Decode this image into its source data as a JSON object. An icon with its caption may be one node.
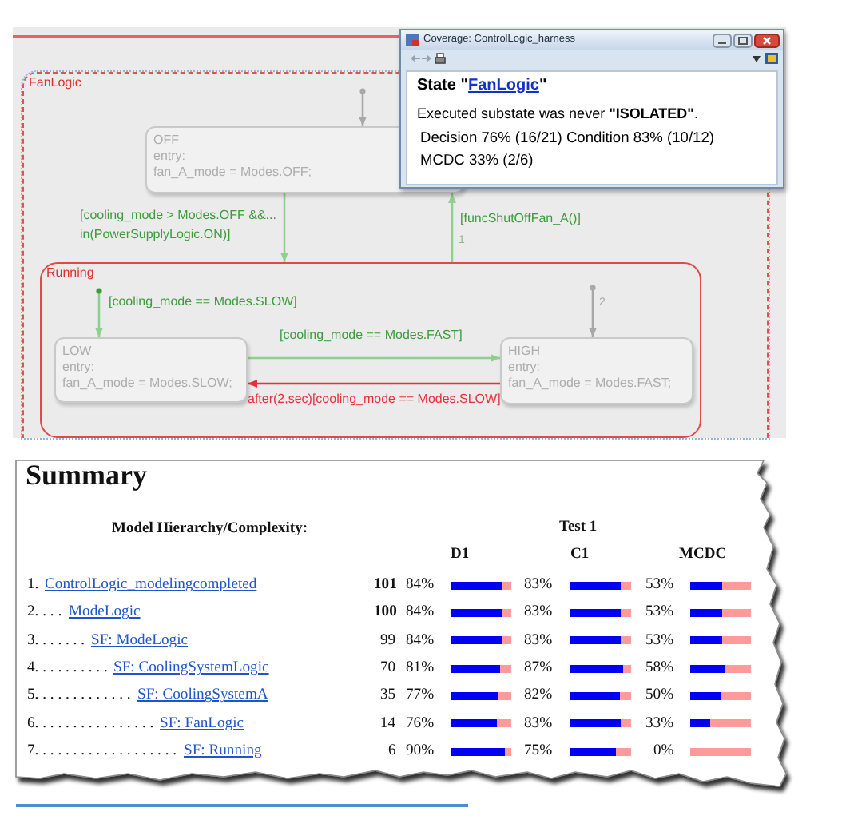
{
  "diagram": {
    "nodes": [
      {
        "text": [
          "FanLogic"
        ]
      },
      {
        "text": [
          "OFF",
          "entry:",
          "fan_A_mode = Modes.OFF;"
        ],
        "in": 0
      },
      {
        "text": [
          "Running"
        ],
        "in": 0
      },
      {
        "text": [
          "LOW",
          "entry:",
          "fan_A_mode = Modes.SLOW;"
        ],
        "in": 2
      },
      {
        "text": [
          "HIGH",
          "entry:",
          "fan_A_mode = Modes.FAST;"
        ],
        "in": 2
      },
      {
        "text": [
          "Coverage: ControlLogic_harness",
          "State \"*FanLogic*\"",
          "Executed substate was never **\"ISOLATED\"**.",
          "Decision 76% (16/21) Condition 83% (10/12) MCDC 33% (2/6)"
        ]
      }
    ],
    "edges": [
      {
        "from": null,
        "to": 1,
        "arrow": "to",
        "color": "#a8a8a8"
      },
      {
        "from": 1,
        "to": 2,
        "arrow": "to",
        "label": "[cooling_mode > Modes.OFF &&... in(PowerSupplyLogic.ON)]"
      },
      {
        "from": 2,
        "to": 1,
        "arrow": "to",
        "label": "[funcShutOffFan_A()]"
      },
      {
        "from": null,
        "to": 3,
        "arrow": "to",
        "label": "[cooling_mode == Modes.SLOW]"
      },
      {
        "from": null,
        "to": 4,
        "arrow": "to",
        "label": "2",
        "color": "#a8a8a8"
      },
      {
        "from": 3,
        "to": 4,
        "arrow": "to",
        "label": "[cooling_mode == Modes.FAST]"
      },
      {
        "from": 4,
        "to": 3,
        "arrow": "to",
        "label": "after(2,sec)[cooling_mode == Modes.SLOW]",
        "color": "#e8303a"
      }
    ],
    "labels": [
      "1",
      "Summary",
      "Model Hierarchy/Complexity:",
      "Test 1",
      "D1",
      "C1",
      "MCDC",
      "1.",
      "ControlLogic_modelingcompleted",
      "101",
      "84%",
      "83%",
      "53%",
      "2. . . .",
      "ModeLogic",
      "100",
      "84%",
      "83%",
      "53%",
      "3. . . . . . .",
      "SF: ModeLogic",
      "99",
      "84%",
      "83%",
      "53%",
      "4. . . . . . . . . .",
      "SF: CoolingSystemLogic",
      "70",
      "81%",
      "87%",
      "58%",
      "5. . . . . . . . . . . . .",
      "SF: CoolingSystemA",
      "35",
      "77%",
      "82%",
      "50%",
      "6. . . . . . . . . . . . . . . .",
      "SF: FanLogic",
      "14",
      "76%",
      "83%",
      "33%",
      "7. . . . . . . . . . . . . . . . . . .",
      "SF: Running",
      "6",
      "90%",
      "75%",
      "0%"
    ]
  }
}
